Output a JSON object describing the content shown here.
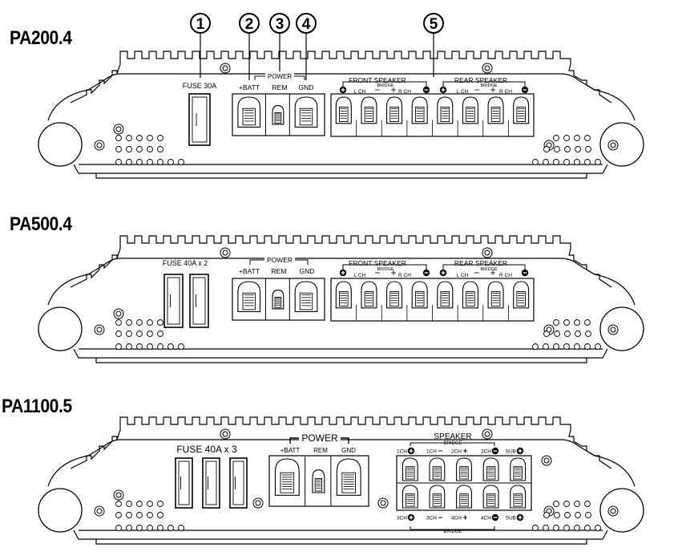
{
  "callouts": [
    "1",
    "2",
    "3",
    "4",
    "5"
  ],
  "amps": [
    {
      "model": "PA200.4",
      "fuse_label": "FUSE 30A",
      "power_label": "POWER",
      "power_terminals": [
        "+BATT",
        "REM",
        "GND"
      ],
      "front_label": "FRONT SPEAKER",
      "rear_label": "REAR SPEAKER",
      "bridge_label": "BRIDGE",
      "lch": "L CH",
      "rch": "R CH"
    },
    {
      "model": "PA500.4",
      "fuse_label": "FUSE 40A x 2",
      "power_label": "POWER",
      "power_terminals": [
        "+BATT",
        "REM",
        "GND"
      ],
      "front_label": "FRONT SPEAKER",
      "rear_label": "REAR SPEAKER",
      "bridge_label": "BRIDGE",
      "lch": "L CH",
      "rch": "R CH"
    },
    {
      "model": "PA1100.5",
      "fuse_label": "FUSE 40A x 3",
      "power_label": "POWER",
      "power_terminals": [
        "+BATT",
        "REM",
        "GND"
      ],
      "speaker_label": "SPEAKER",
      "bridge_label": "BRIDGE",
      "top_channels": [
        "1CH",
        "1CH",
        "2CH",
        "2CH",
        "SUB"
      ],
      "bottom_channels": [
        "3CH",
        "3CH",
        "4CH",
        "4CH",
        "SUB"
      ]
    }
  ]
}
